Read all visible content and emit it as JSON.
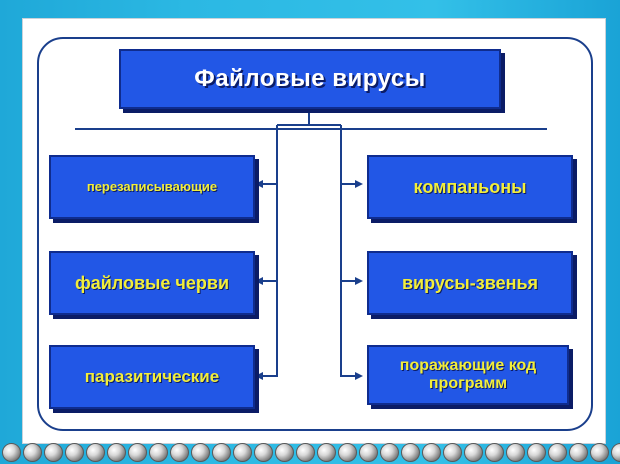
{
  "title": "Файловые вирусы",
  "left_items": [
    {
      "label": "перезаписывающие"
    },
    {
      "label": "файловые черви"
    },
    {
      "label": "паразитические"
    }
  ],
  "right_items": [
    {
      "label": "компаньоны"
    },
    {
      "label": "вирусы-звенья"
    },
    {
      "label": "поражающие код программ"
    }
  ],
  "colors": {
    "box_fill": "#2257e6",
    "box_text": "#f2ee3a",
    "title_text": "#ffffff",
    "connector": "#1a3f8c",
    "background": "#2bb8e3"
  }
}
